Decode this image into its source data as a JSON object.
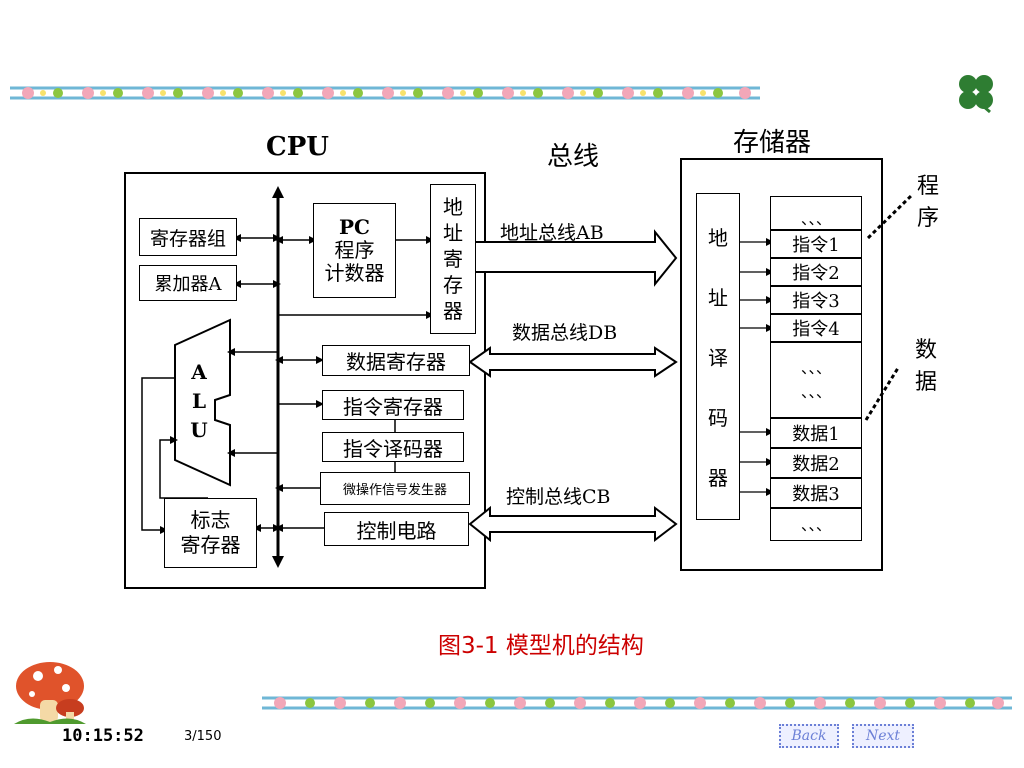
{
  "cpu_title": "CPU",
  "bus_title": "总线",
  "memory_title": "存储器",
  "cpu": {
    "register_group": "寄存器组",
    "accumulator": "累加器A",
    "pc_line1": "PC",
    "pc_line2": "程序",
    "pc_line3": "计数器",
    "address_register": [
      "地",
      "址",
      "寄",
      "存",
      "器"
    ],
    "alu": [
      "A",
      "L",
      "U"
    ],
    "data_register": "数据寄存器",
    "instruction_register": "指令寄存器",
    "instruction_decoder": "指令译码器",
    "micro_op_generator": "微操作信号发生器",
    "control_circuit": "控制电路",
    "flag_register_line1": "标志",
    "flag_register_line2": "寄存器"
  },
  "buses": {
    "address_bus": "地址总线AB",
    "data_bus": "数据总线DB",
    "control_bus": "控制总线CB"
  },
  "memory": {
    "address_decoder": [
      "地",
      "址",
      "译",
      "码",
      "器"
    ],
    "cells": [
      "、、、",
      "指令1",
      "指令2",
      "指令3",
      "指令4",
      "、、、\n、、、",
      "数据1",
      "数据2",
      "数据3",
      "、、、"
    ],
    "program_label": [
      "程",
      "序"
    ],
    "data_label": [
      "数",
      "据"
    ]
  },
  "caption": "图3-1 模型机的结构",
  "footer": {
    "clock": "10:15:52",
    "page": "3/150",
    "back": "Back",
    "next": "Next"
  }
}
